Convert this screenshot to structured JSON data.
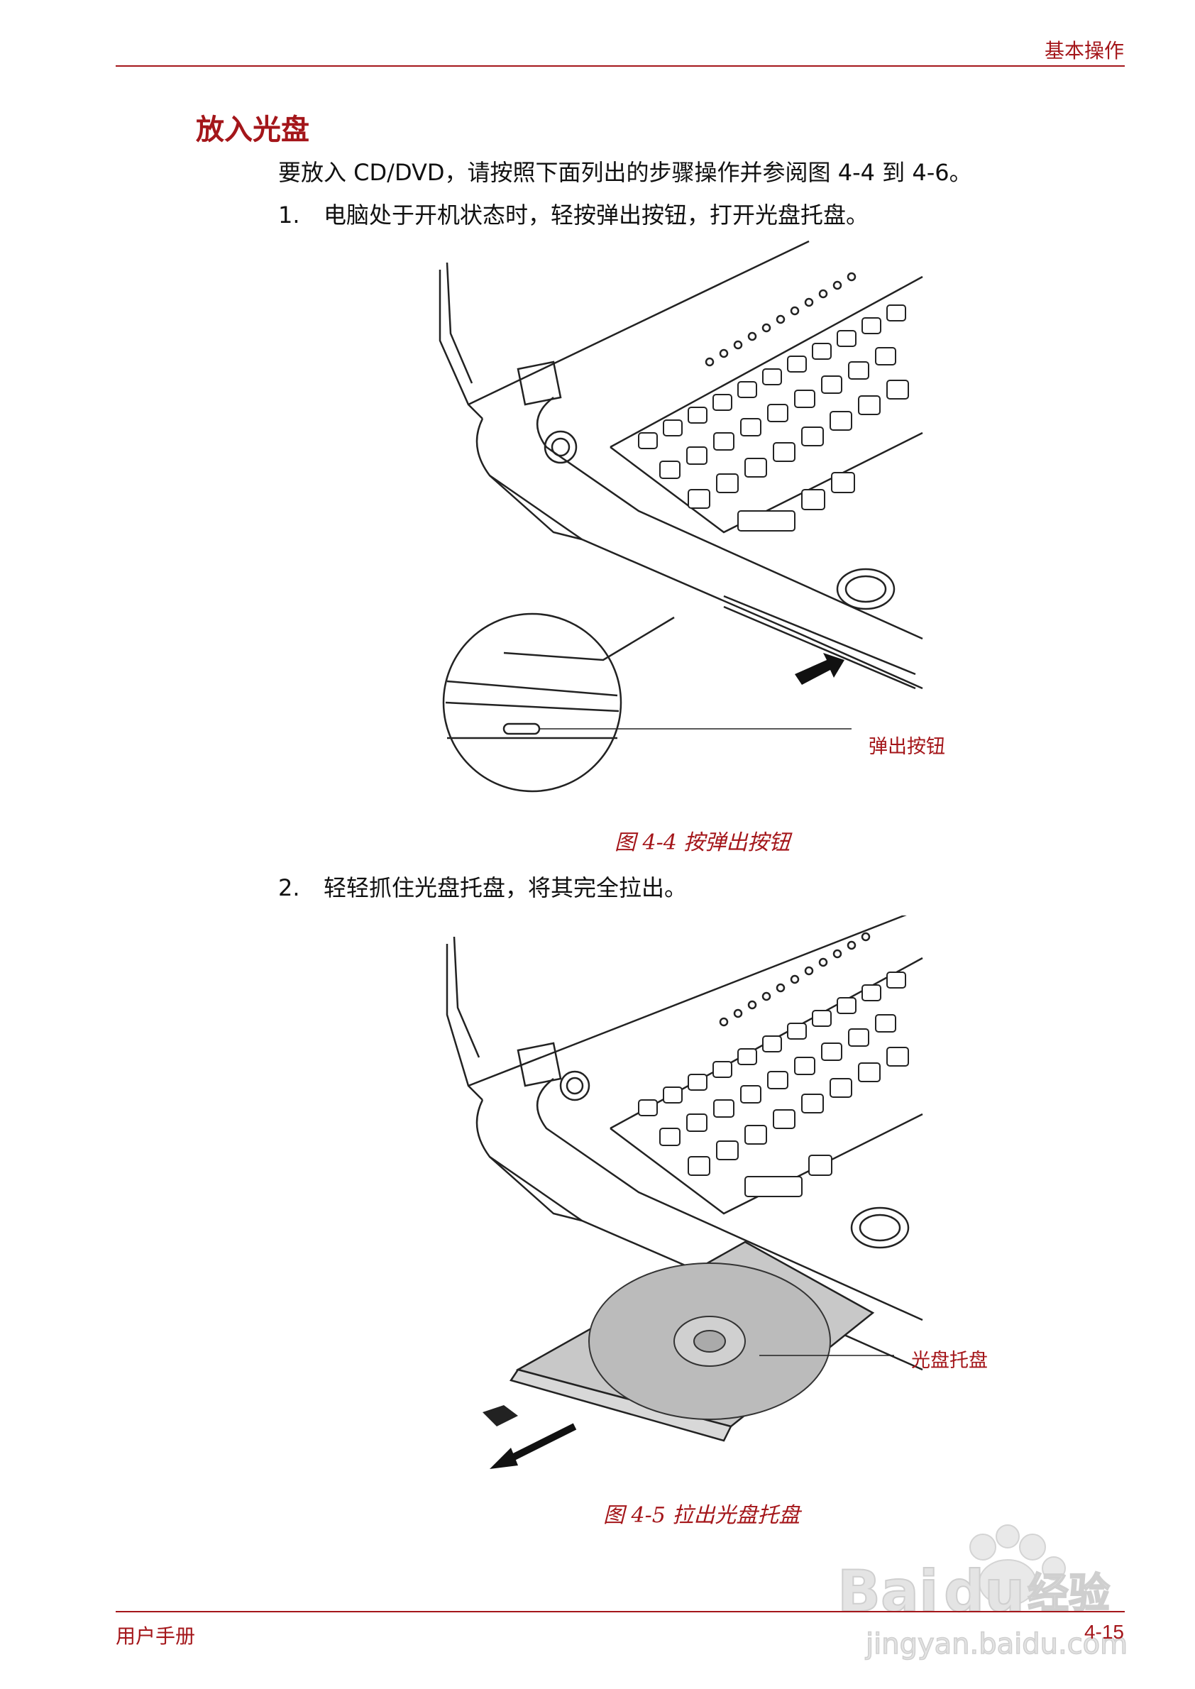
{
  "header": {
    "title": "基本操作"
  },
  "section": {
    "title": "放入光盘"
  },
  "intro": "要放入 CD/DVD，请按照下面列出的步骤操作并参阅图 4-4 到 4-6。",
  "steps": [
    {
      "num": "1.",
      "text": "电脑处于开机状态时，轻按弹出按钮，打开光盘托盘。"
    },
    {
      "num": "2.",
      "text": "轻轻抓住光盘托盘，将其完全拉出。"
    }
  ],
  "figures": [
    {
      "callout": "弹出按钮",
      "caption": "图 4-4 按弹出按钮"
    },
    {
      "callout": "光盘托盘",
      "caption": "图 4-5 拉出光盘托盘"
    }
  ],
  "footer": {
    "left": "用户手册",
    "right": "4-15"
  },
  "watermark": {
    "brand": "Bai du 经验",
    "url": "jingyan.baidu.com"
  },
  "colors": {
    "accent": "#a4161a"
  }
}
